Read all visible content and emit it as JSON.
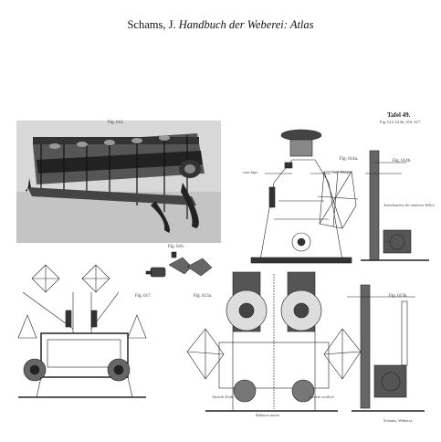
{
  "header": {
    "author": "Schams, J.",
    "title_italic": "Handbuch der Weberei: Atlas"
  },
  "plate": {
    "tafel": "Tafel 49.",
    "tafel_sub": "Fig. 612–614b, 616, 617.",
    "footer": "Schams, Weberei.",
    "figures": {
      "f612": "Fig. 612.",
      "f614a": "Fig. 614a.",
      "f614b": "Fig. 614b.",
      "f616": "Fig. 616.",
      "f617": "Fig. 617.",
      "f613a": "Fig. 613a.",
      "f613b": "Fig. 613b."
    },
    "notes": {
      "seclape": "vom lape",
      "sewarpel": "vom Haspel",
      "antrieb": "Antriebsachse der mittleren Wellen",
      "welle": "Welle",
      "stand": "Ansicht Ende",
      "seite": "Ansicht seitlich",
      "fussbalken": "Rahmen unten"
    }
  }
}
